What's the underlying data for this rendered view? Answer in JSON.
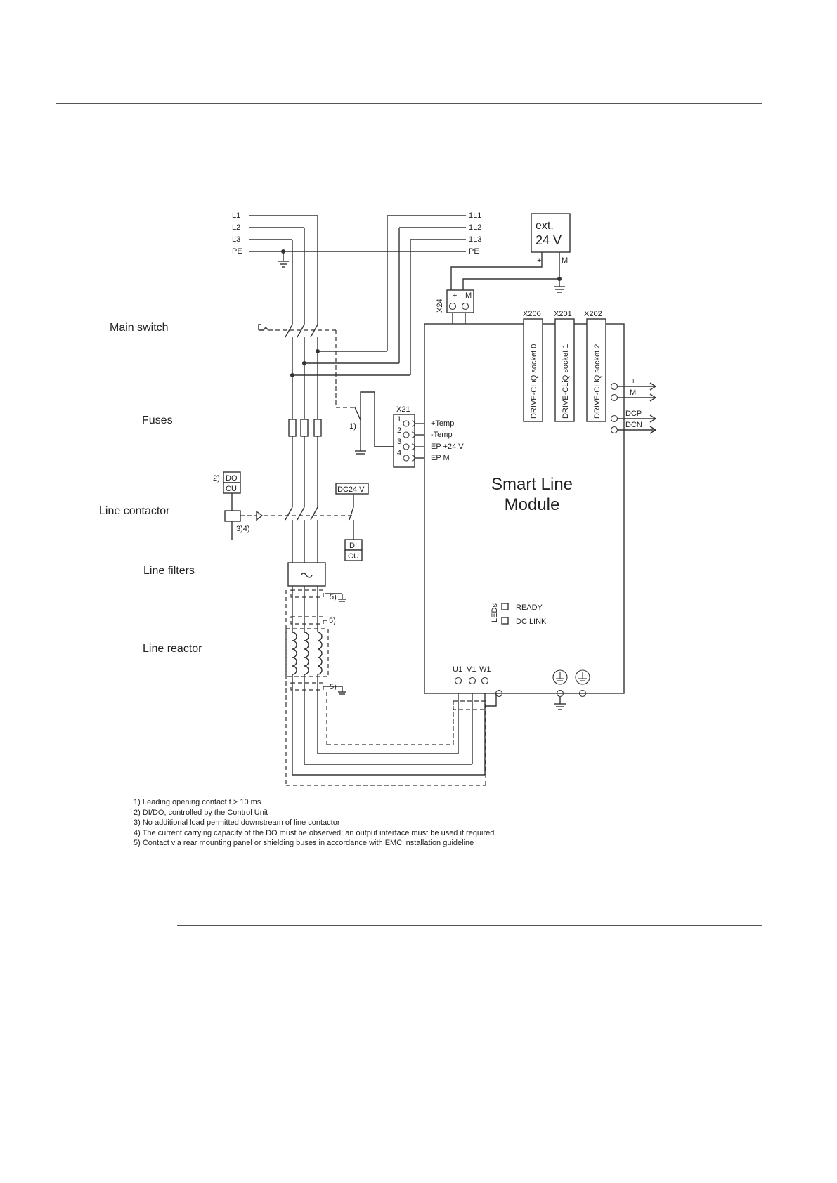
{
  "side_labels": {
    "main_switch": "Main switch",
    "fuses": "Fuses",
    "line_contactor": "Line contactor",
    "line_filters": "Line filters",
    "line_reactor": "Line reactor"
  },
  "supply_left": [
    "L1",
    "L2",
    "L3",
    "PE"
  ],
  "supply_right": [
    "1L1",
    "1L2",
    "1L3",
    "PE"
  ],
  "ext_supply": {
    "line1": "ext.",
    "line2": "24 V",
    "plus": "+",
    "minus": "M"
  },
  "x24": {
    "name": "X24",
    "plus": "+",
    "minus": "M"
  },
  "drive_cliq": [
    {
      "port": "X200",
      "label": "DRIVE-CLiQ socket 0"
    },
    {
      "port": "X201",
      "label": "DRIVE-CLiQ socket 1"
    },
    {
      "port": "X202",
      "label": "DRIVE-CLiQ socket 2"
    }
  ],
  "outputs": {
    "plus": "+",
    "m": "M",
    "dcp": "DCP",
    "dcn": "DCN"
  },
  "x21": {
    "name": "X21",
    "pins": [
      "1",
      "2",
      "3",
      "4"
    ],
    "signals": [
      "+Temp",
      "-Temp",
      "EP +24 V",
      "EP M"
    ]
  },
  "module": {
    "line1": "Smart Line",
    "line2": "Module"
  },
  "do_box": {
    "ref": "2)",
    "top": "DO",
    "bottom": "CU"
  },
  "dc24": "DC24 V",
  "di_box": {
    "top": "DI",
    "bottom": "CU"
  },
  "refs": {
    "r1": "1)",
    "r34": "3)4)",
    "r5": "5)"
  },
  "leds": {
    "title": "LEDs",
    "ready": "READY",
    "dclink": "DC LINK"
  },
  "terminals": [
    "U1",
    "V1",
    "W1"
  ],
  "footnotes": [
    "1) Leading opening contact t > 10 ms",
    "2) DI/DO, controlled by the Control Unit",
    "3) No additional load permitted downstream of line contactor",
    "4) The current carrying capacity of the DO must be observed; an output interface must be used if required.",
    "5) Contact via rear mounting panel or shielding buses in accordance with EMC installation guideline"
  ]
}
